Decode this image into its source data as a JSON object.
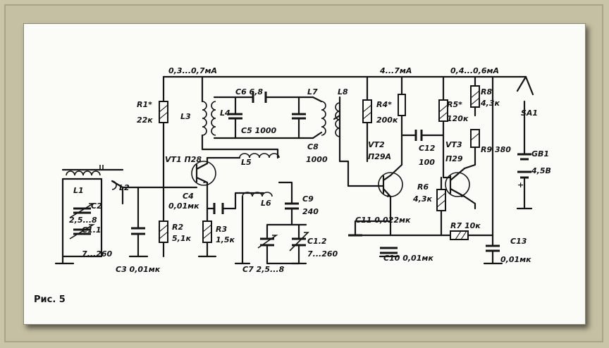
{
  "figure_caption": "Рис. 5",
  "currents": {
    "i1": "0,3...0,7мА",
    "i2": "4...7мА",
    "i3": "0,4...0,6мА"
  },
  "components": {
    "R1": "R1*",
    "R1_val": "22к",
    "R2": "R2",
    "R2_val": "5,1к",
    "R3": "R3",
    "R3_val": "1,5к",
    "R4": "R4*",
    "R4_val": "200к",
    "R5": "R5*",
    "R5_val": "120к",
    "R6": "R6",
    "R6_val": "4,3к",
    "R7": "R7 10к",
    "R8": "R8",
    "R8_val": "4,3к",
    "R9": "R9 380",
    "C1_1": "C1.1",
    "C1_1_val": "7...260",
    "C1_2": "C1.2",
    "C1_2_val": "7...260",
    "C2": "C2",
    "C2_val": "2,5...8",
    "C3": "C3 0,01мк",
    "C4": "C4",
    "C4_val": "0,01мк",
    "C5": "C5 1000",
    "C6": "C6 6,8",
    "C7": "C7 2,5...8",
    "C8": "C8",
    "C8_val": "1000",
    "C9": "C9",
    "C9_val": "240",
    "C10": "C10 0,01мк",
    "C11": "C11 0,022мк",
    "C12": "C12",
    "C12_val": "100",
    "C13": "C13",
    "C13_val": "0,01мк",
    "VT1": "VT1 П28",
    "VT2": "VT2",
    "VT2_type": "П29А",
    "VT3": "VT3",
    "VT3_type": "П29",
    "GB1": "GB1",
    "GB1_val": "4,5В",
    "SA1": "SA1",
    "L1": "L1",
    "L2": "L2",
    "L3": "L3",
    "L4": "L4",
    "L5": "L5",
    "L6": "L6",
    "L7": "L7",
    "L8": "L8"
  }
}
